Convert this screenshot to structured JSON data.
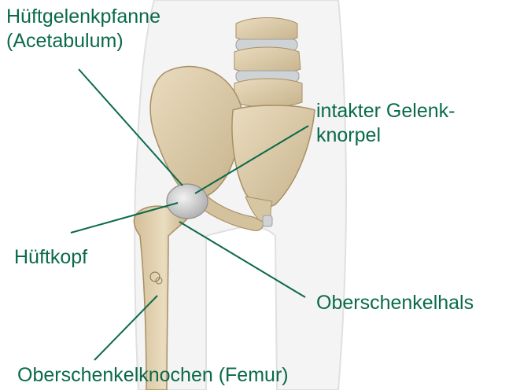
{
  "labels": {
    "acetabulum_line1": "Hüftgelenkpfanne",
    "acetabulum_line2": "(Acetabulum)",
    "knorpel_line1": "intakter Gelenk-",
    "knorpel_line2": "knorpel",
    "kopf": "Hüftkopf",
    "hals": "Oberschenkelhals",
    "femur": "Oberschenkelknochen (Femur)"
  },
  "colors": {
    "label_text": "#0a6a4a",
    "leader_line": "#0a6a4a",
    "bone": "#d9c9a8",
    "bone_shadow": "#b8a37d",
    "cartilage": "#c9c9c9",
    "body_outline": "#e6e6e6"
  }
}
